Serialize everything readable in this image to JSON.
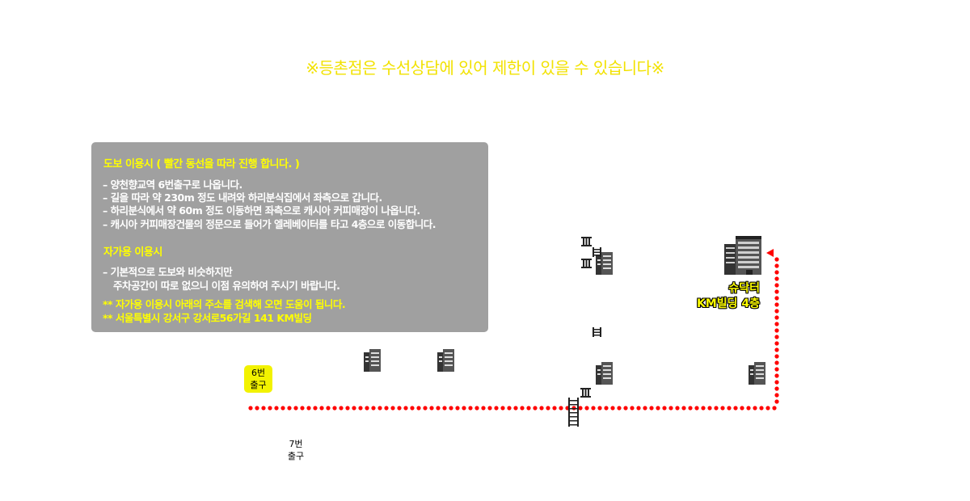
{
  "notice": "※등촌점은 수선상담에 있어 제한이 있을 수 있습니다※",
  "walk": {
    "title": "도보 이용시 ( 빨간 동선을 따라 진행 합니다. )",
    "lines": [
      "– 양천향교역 6번출구로 나옵니다.",
      "– 길을 따라 약 230m 정도 내려와 하리분식집에서 좌측으로 갑니다.",
      "– 하리분식에서 약 60m 정도 이동하면 좌측으로 캐시아 커피매장이 나옵니다.",
      "– 캐시아 커피매장건물의 정문으로 들어가 엘레베이터를 타고 4층으로 이동합니다."
    ]
  },
  "car": {
    "title": "자가용 이용시",
    "lines": [
      "– 기본적으로 도보와 비슷하지만",
      "주차공간이 따로 없으니 이점 유의하여 주시기 바랍니다."
    ],
    "highlight": [
      "** 자가용 이용시 아래의 주소를 검색해 오면 도움이 됩니다.",
      "** 서울특별시 강서구 강서로56가길 141 KM빌딩"
    ]
  },
  "destination": {
    "name": "슈닥터",
    "building": "KM빌딩 4층"
  },
  "exits": {
    "exit6": [
      "6번",
      "출구"
    ],
    "exit7": [
      "7번",
      "출구"
    ]
  },
  "colors": {
    "route": "#ff0000",
    "notice": "#f2e200",
    "highlight": "#ffff00",
    "box": "#a0a0a0"
  }
}
